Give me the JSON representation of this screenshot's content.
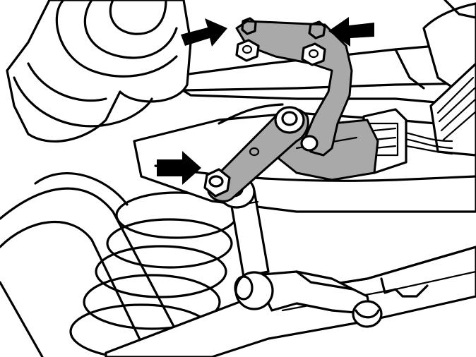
{
  "figure": {
    "description_free": true,
    "colors": {
      "background": "#ffffff",
      "line": "#000000",
      "highlight_part": "#a9a9a9",
      "arrow": "#000000"
    },
    "pointer_arrows": [
      {
        "target": "upper-left-mounting-nut",
        "icon": "arrow-right-icon"
      },
      {
        "target": "upper-right-mounting-nut",
        "icon": "arrow-left-icon"
      },
      {
        "target": "link-arm-nut",
        "icon": "arrow-right-icon"
      }
    ]
  }
}
